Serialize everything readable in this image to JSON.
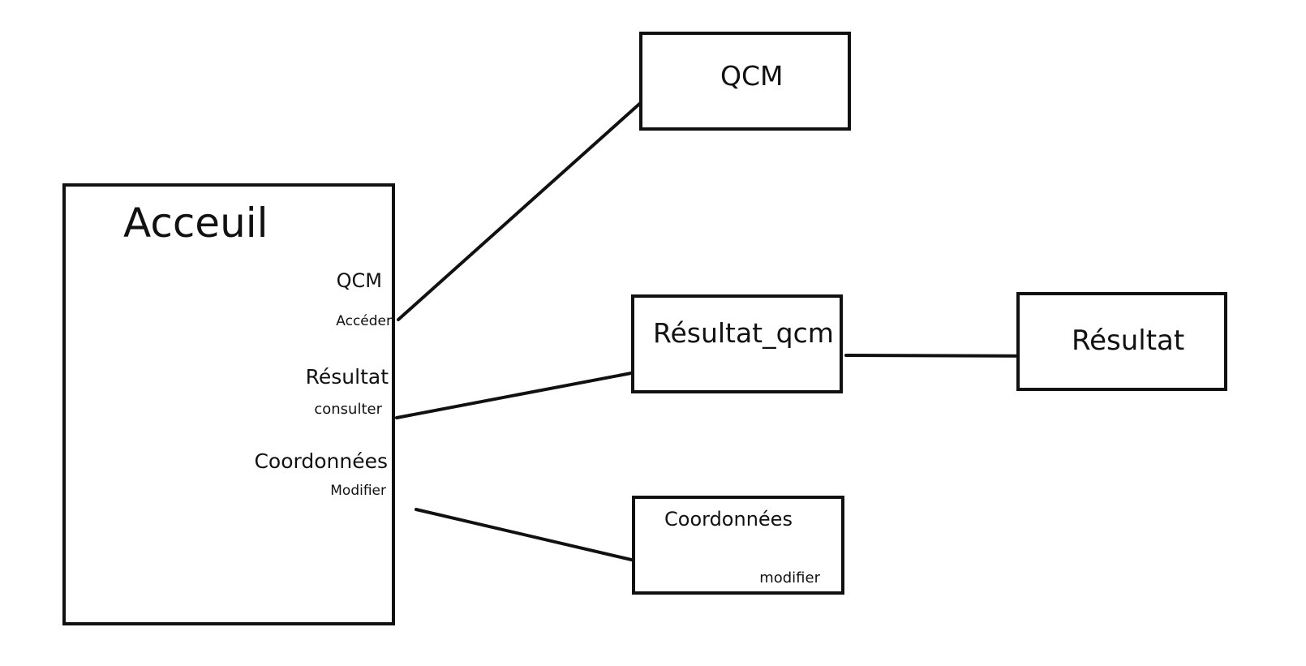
{
  "accueil": {
    "title": "Acceuil",
    "qcm_label": "QCM",
    "qcm_action": "Accéder",
    "resultat_label": "Résultat",
    "resultat_action": "consulter",
    "coordonnees_label": "Coordonnées",
    "coordonnees_action": "Modifier"
  },
  "qcm_page": {
    "title": "QCM"
  },
  "resultat_qcm_page": {
    "title": "Résultat_qcm"
  },
  "resultat_page": {
    "title": "Résultat"
  },
  "coordonnees_page": {
    "title": "Coordonnées",
    "action": "modifier"
  },
  "connections": [
    {
      "from": "Accéder",
      "to": "QCM"
    },
    {
      "from": "consulter",
      "to": "Résultat_qcm"
    },
    {
      "from": "Résultat_qcm",
      "to": "Résultat"
    },
    {
      "from": "Modifier",
      "to": "Coordonnées"
    }
  ],
  "colors": {
    "stroke": "#111111",
    "background": "#ffffff"
  }
}
